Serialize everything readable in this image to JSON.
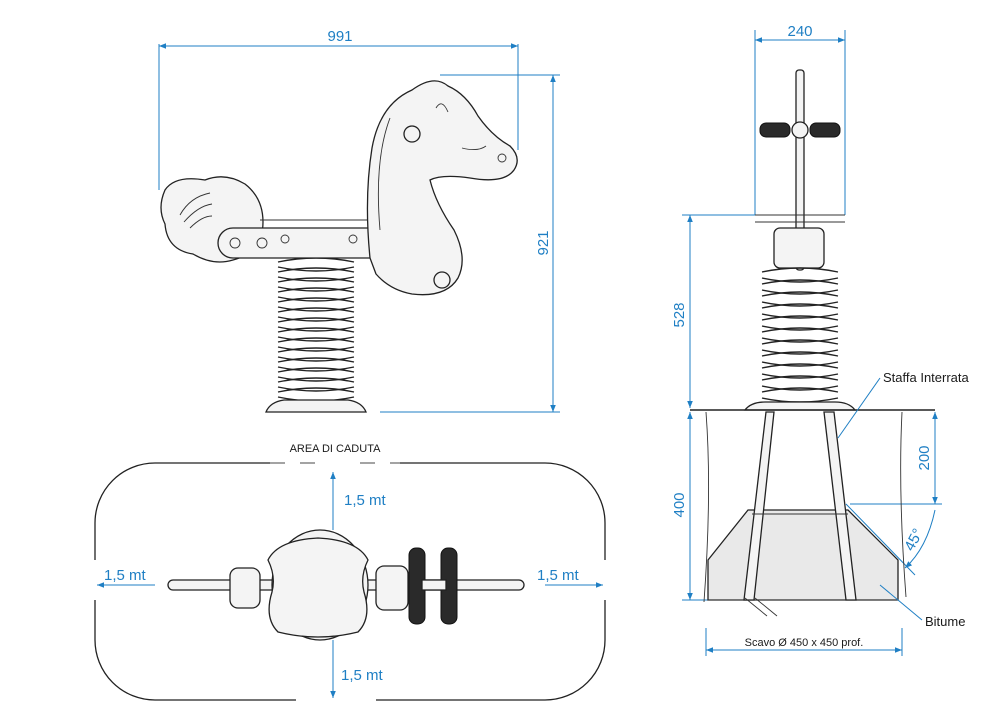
{
  "front_view": {
    "width_dim": "991",
    "height_dim": "921"
  },
  "side_view": {
    "width_dim": "240",
    "spring_height_dim": "528",
    "depth_dim": "400",
    "footing_dim": "200",
    "angle_dim": "45°",
    "label_bracket": "Staffa Interrata",
    "label_bitumen": "Bitume",
    "label_excavation": "Scavo Ø 450 x 450 prof."
  },
  "plan_view": {
    "title": "AREA DI CADUTA",
    "top_dim": "1,5 mt",
    "bottom_dim": "1,5 mt",
    "left_dim": "1,5 mt",
    "right_dim": "1,5 mt"
  },
  "colors": {
    "dimension": "#1f7fc4",
    "line": "#222222"
  }
}
